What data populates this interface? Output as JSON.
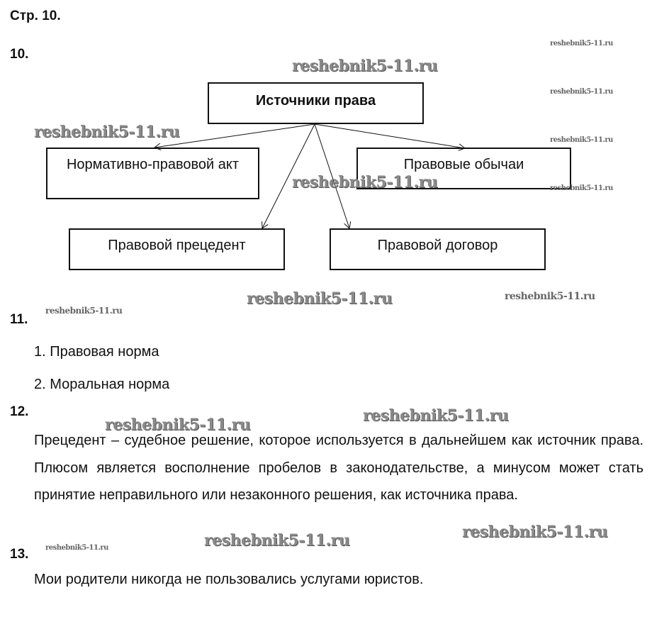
{
  "page_title": "Стр. 10.",
  "task10": {
    "number": "10.",
    "root": "Источники права",
    "nodes": [
      "Нормативно-правовой акт",
      "Правовые обычаи",
      "Правовой прецедент",
      "Правовой договор"
    ]
  },
  "task11": {
    "number": "11.",
    "items": [
      "1. Правовая норма",
      "2. Моральная норма"
    ]
  },
  "task12": {
    "number": "12.",
    "text": "Прецедент – судебное решение, которое используется в дальнейшем как источник права. Плюсом является восполнение пробелов в законодательстве, а минусом может стать принятие неправильного или незаконного решения, как источника права."
  },
  "task13": {
    "number": "13.",
    "text": "Мои родители никогда не пользовались услугами юристов."
  },
  "watermark": "reshebnik5-11.ru"
}
